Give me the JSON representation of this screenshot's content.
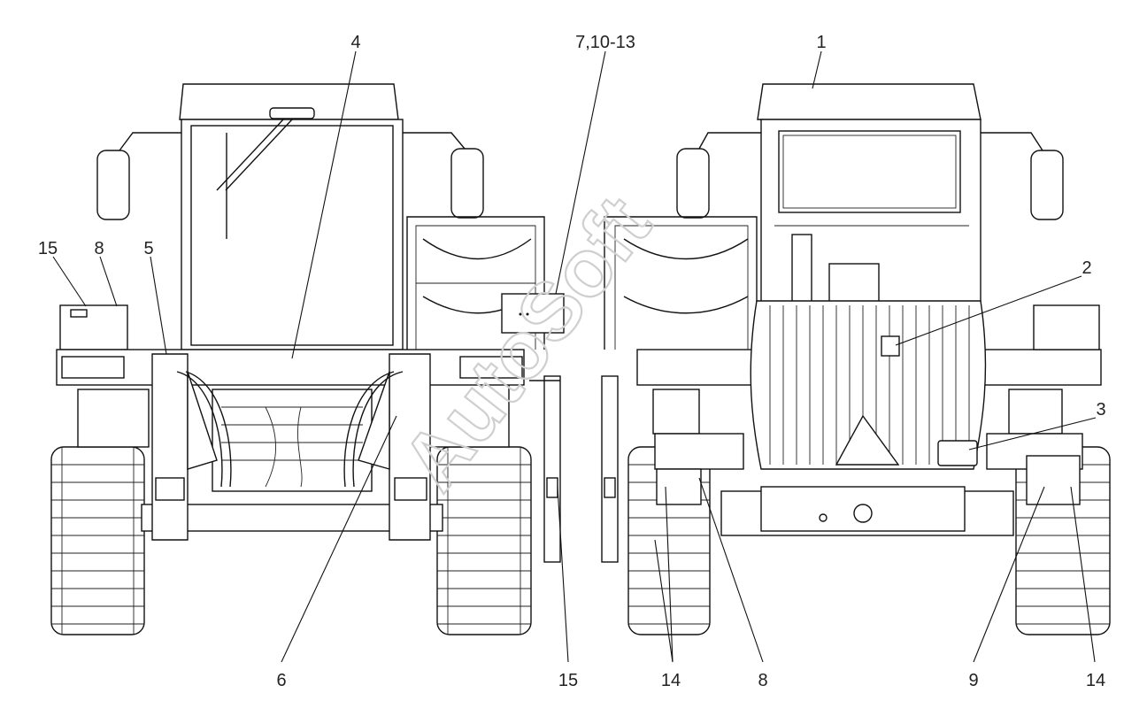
{
  "labels": {
    "l1": "1",
    "l2": "2",
    "l3": "3",
    "l4": "4",
    "l5": "5",
    "l6": "6",
    "l7": "7,10-13",
    "l8a": "8",
    "l8b": "8",
    "l9": "9",
    "l14a": "14",
    "l14b": "14",
    "l15a": "15",
    "l15b": "15"
  },
  "watermark": "AutoSoft"
}
